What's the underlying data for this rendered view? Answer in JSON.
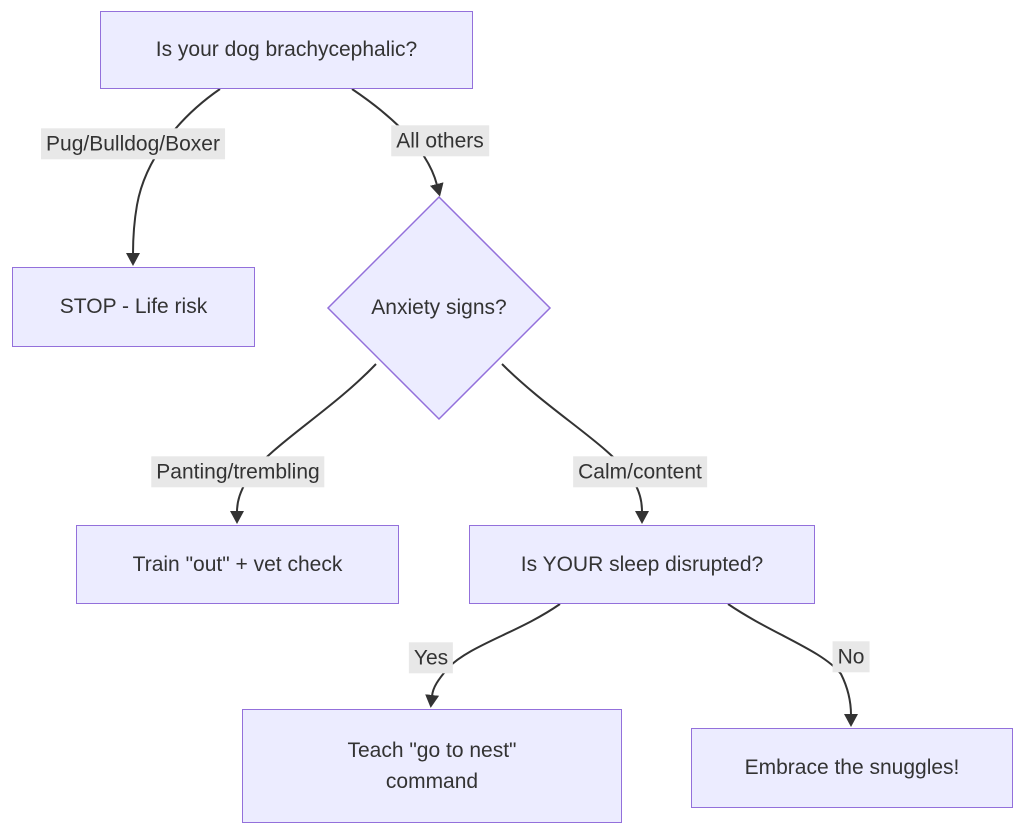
{
  "diagram": {
    "type": "flowchart",
    "direction": "top-down",
    "nodes": [
      {
        "id": "A",
        "shape": "rect",
        "label": "Is your dog brachycephalic?"
      },
      {
        "id": "B",
        "shape": "rect",
        "label": "STOP - Life risk"
      },
      {
        "id": "C",
        "shape": "diamond",
        "label": "Anxiety signs?"
      },
      {
        "id": "D",
        "shape": "rect",
        "label": "Train \"out\" + vet check"
      },
      {
        "id": "E",
        "shape": "rect",
        "label": "Is YOUR sleep disrupted?"
      },
      {
        "id": "F",
        "shape": "rect",
        "label": "Teach \"go to nest\"\ncommand"
      },
      {
        "id": "G",
        "shape": "rect",
        "label": "Embrace the snuggles!"
      }
    ],
    "edges": [
      {
        "from": "A",
        "to": "B",
        "label": "Pug/Bulldog/Boxer"
      },
      {
        "from": "A",
        "to": "C",
        "label": "All others"
      },
      {
        "from": "C",
        "to": "D",
        "label": "Panting/trembling"
      },
      {
        "from": "C",
        "to": "E",
        "label": "Calm/content"
      },
      {
        "from": "E",
        "to": "F",
        "label": "Yes"
      },
      {
        "from": "E",
        "to": "G",
        "label": "No"
      }
    ],
    "colors": {
      "node_fill": "#ECECFF",
      "node_border": "#9370DB",
      "text": "#333333",
      "edge": "#333333",
      "edge_label_bg": "#E8E8E8",
      "background": "#FFFFFF"
    }
  }
}
